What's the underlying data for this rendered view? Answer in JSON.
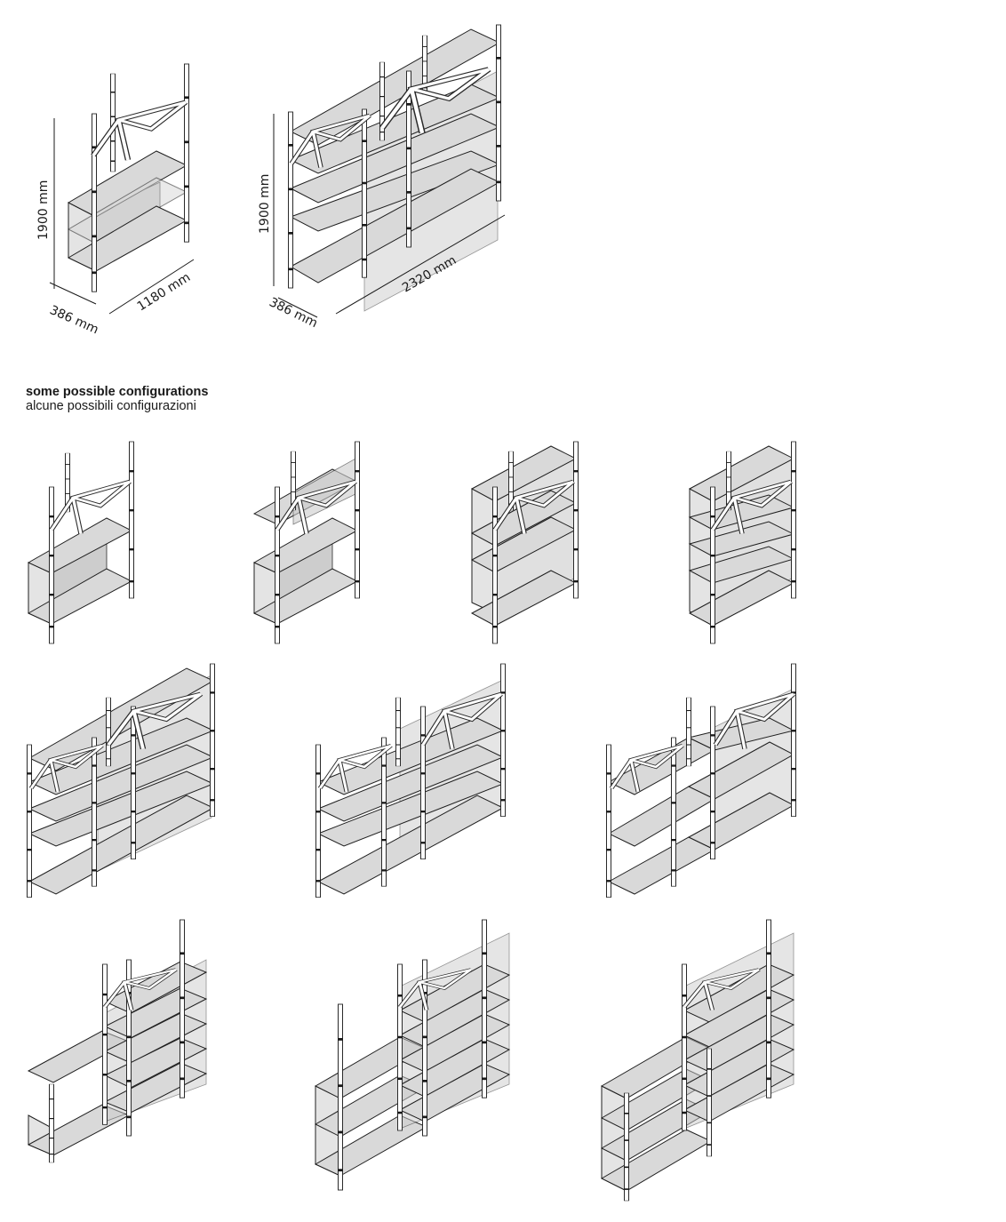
{
  "dimensions": {
    "small": {
      "height": "1900 mm",
      "depth": "386 mm",
      "width": "1180 mm"
    },
    "large": {
      "height": "1900 mm",
      "depth": "386 mm",
      "width": "2320 mm"
    }
  },
  "heading": {
    "english": "some possible configurations",
    "italian": "alcune possibili configurazioni"
  }
}
